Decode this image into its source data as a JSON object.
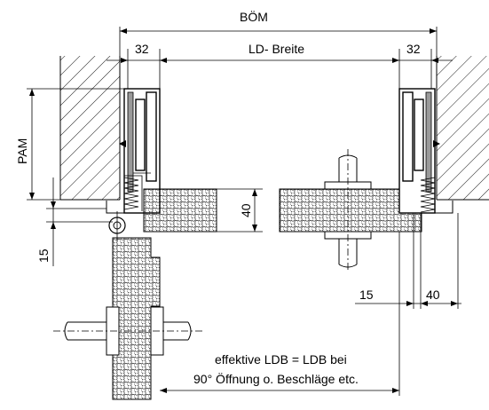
{
  "dimensions": {
    "boem": "BÖM",
    "ld_breite": "LD- Breite",
    "left_32": "32",
    "right_32": "32",
    "pam": "PAM",
    "thickness_40_door": "40",
    "left_15": "15",
    "right_15": "15",
    "right_40": "40"
  },
  "note": {
    "line1": "effektive LDB = LDB bei",
    "line2": "90° Öffnung o. Beschläge etc."
  }
}
